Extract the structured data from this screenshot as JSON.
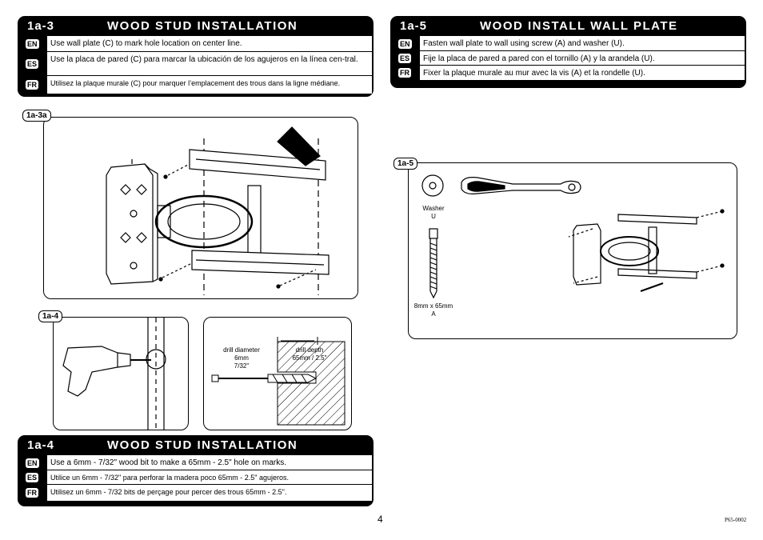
{
  "sections": {
    "s1a3": {
      "num": "1a-3",
      "title": "WOOD STUD INSTALLATION",
      "rows": [
        {
          "lang": "EN",
          "text": "Use wall plate (C) to mark hole location on center line."
        },
        {
          "lang": "ES",
          "text": "Use la placa de pared (C) para marcar la ubicación de los agujeros en la línea cen-tral."
        },
        {
          "lang": "FR",
          "text": "Utilisez la plaque murale (C) pour marquer l’emplacement des trous dans la ligne médiane."
        }
      ]
    },
    "s1a5": {
      "num": "1a-5",
      "title": "WOOD INSTALL WALL PLATE",
      "rows": [
        {
          "lang": "EN",
          "text": "Fasten wall plate to wall using screw (A) and washer (U)."
        },
        {
          "lang": "ES",
          "text": "Fije la placa de pared a pared con el tornillo (A) y la arandela (U)."
        },
        {
          "lang": "FR",
          "text": "Fixer la plaque murale au mur avec la vis (A) et la rondelle (U)."
        }
      ]
    },
    "s1a4": {
      "num": "1a-4",
      "title": "WOOD STUD INSTALLATION",
      "rows": [
        {
          "lang": "EN",
          "text": "Use a 6mm - 7/32\" wood bit to make a 65mm - 2.5\" hole on marks."
        },
        {
          "lang": "ES",
          "text": "Utilice un 6mm - 7/32\" para perforar la madera poco 65mm - 2.5\" agujeros."
        },
        {
          "lang": "FR",
          "text": "Utilisez un 6mm - 7/32 bits de perçage pour percer des trous 65mm - 2.5\"."
        }
      ]
    }
  },
  "figures": {
    "fig1a3a": {
      "tag": "1a-3a"
    },
    "fig1a4": {
      "tag": "1a-4",
      "diameter": [
        "drill diameter",
        "6mm",
        "7/32\""
      ],
      "depth": [
        "drill depth",
        "65mm / 2.5\""
      ]
    },
    "fig1a5": {
      "tag": "1a-5",
      "washer": [
        "Washer",
        "U"
      ],
      "screw": [
        "8mm x 65mm",
        "A"
      ]
    }
  },
  "footer": {
    "page": "4",
    "code": "P65-0002"
  }
}
